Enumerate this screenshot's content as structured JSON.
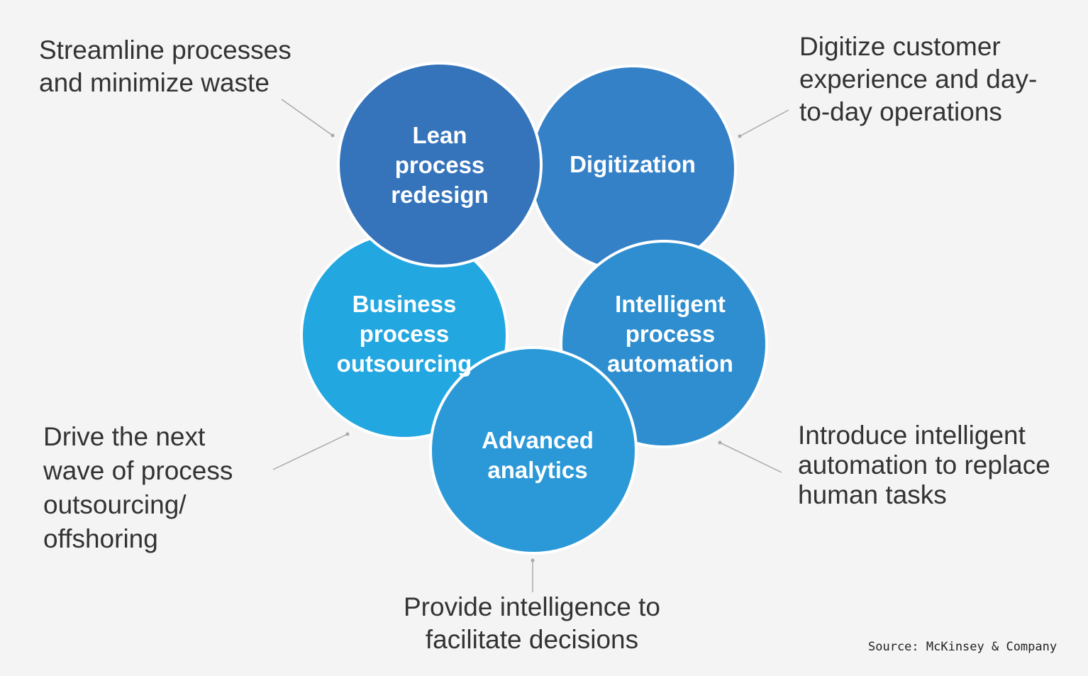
{
  "colors": {
    "background": "#f4f4f4",
    "circle_border": "#ffffff",
    "connector": "#a9a9a9",
    "lean": "#3574bb",
    "digitization": "#3581c7",
    "bpo": "#23a7e0",
    "analytics": "#2b99d8",
    "ipa": "#2e8ecf"
  },
  "circles": {
    "lean": {
      "label": "Lean\nprocess\nredesign"
    },
    "digitization": {
      "label": "Digitization"
    },
    "bpo": {
      "label": "Business\nprocess\noutsourcing"
    },
    "ipa": {
      "label": "Intelligent\nprocess\nautomation"
    },
    "analytics": {
      "label": "Advanced\nanalytics"
    }
  },
  "descriptions": {
    "lean": "Streamline processes\nand minimize waste",
    "digitization": "Digitize customer\nexperience and day-\nto-day operations",
    "bpo": "Drive the next\nwave of process\noutsourcing/\noffshoring",
    "ipa": "Introduce intelligent\nautomation to replace\nhuman tasks",
    "analytics": "Provide intelligence to\nfacilitate decisions"
  },
  "source": "Source: McKinsey & Company"
}
